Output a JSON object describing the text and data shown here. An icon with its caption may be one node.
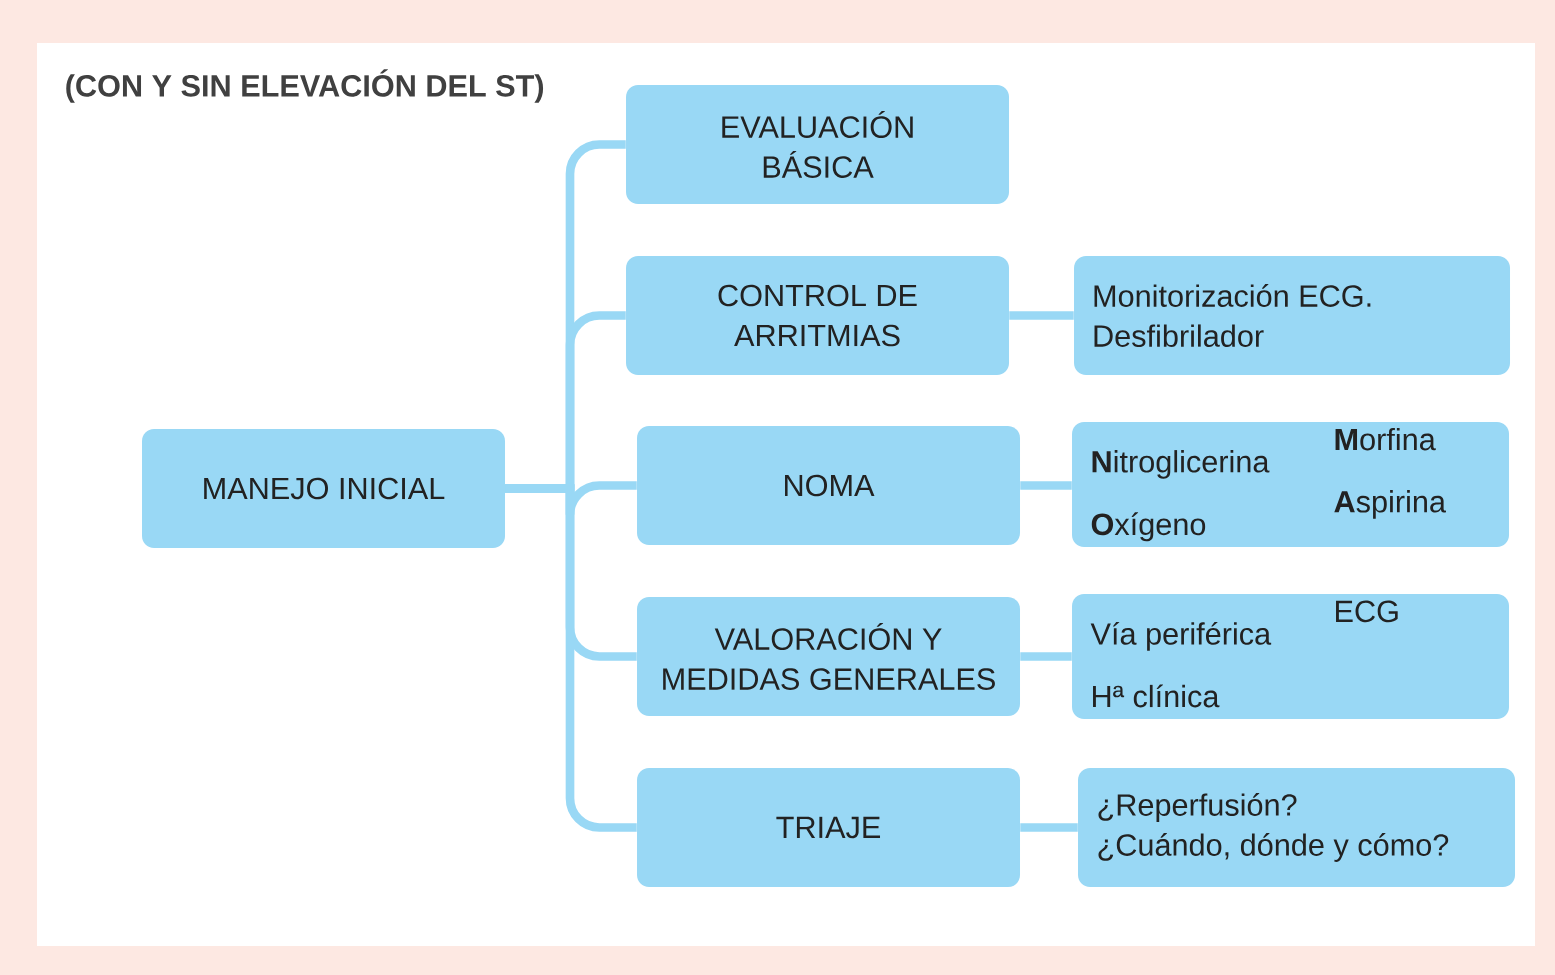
{
  "diagram": {
    "title": "(CON Y SIN ELEVACIÓN DEL ST)",
    "nodes": [
      {
        "text": [
          "MANEJO INICIAL"
        ]
      },
      {
        "text": [
          "EVALUACIÓN BÁSICA"
        ]
      },
      {
        "text": [
          "CONTROL DE ARRITMIAS"
        ]
      },
      {
        "text": [
          "Monitorización ECG. Desfibrilador"
        ]
      },
      {
        "text": [
          "NOMA"
        ]
      },
      {
        "text": [
          "**N**itroglicerina",
          "**M**orfina",
          "**O**xígeno",
          "**A**spirina"
        ]
      },
      {
        "text": [
          "VALORACIÓN Y MEDIDAS GENERALES"
        ]
      },
      {
        "text": [
          "Vía periférica",
          "ECG",
          "Hª clínica"
        ]
      },
      {
        "text": [
          "TRIAJE"
        ]
      },
      {
        "text": [
          "¿Reperfusión?",
          "¿Cuándo, dónde y cómo?"
        ]
      }
    ],
    "edges": [
      {
        "from": 0,
        "to": 1,
        "arrow": "none"
      },
      {
        "from": 0,
        "to": 2,
        "arrow": "none"
      },
      {
        "from": 0,
        "to": 4,
        "arrow": "none"
      },
      {
        "from": 0,
        "to": 6,
        "arrow": "none"
      },
      {
        "from": 0,
        "to": 8,
        "arrow": "none"
      },
      {
        "from": 2,
        "to": 3,
        "arrow": "none"
      },
      {
        "from": 4,
        "to": 5,
        "arrow": "none"
      },
      {
        "from": 6,
        "to": 7,
        "arrow": "none"
      },
      {
        "from": 8,
        "to": 9,
        "arrow": "none"
      }
    ]
  }
}
